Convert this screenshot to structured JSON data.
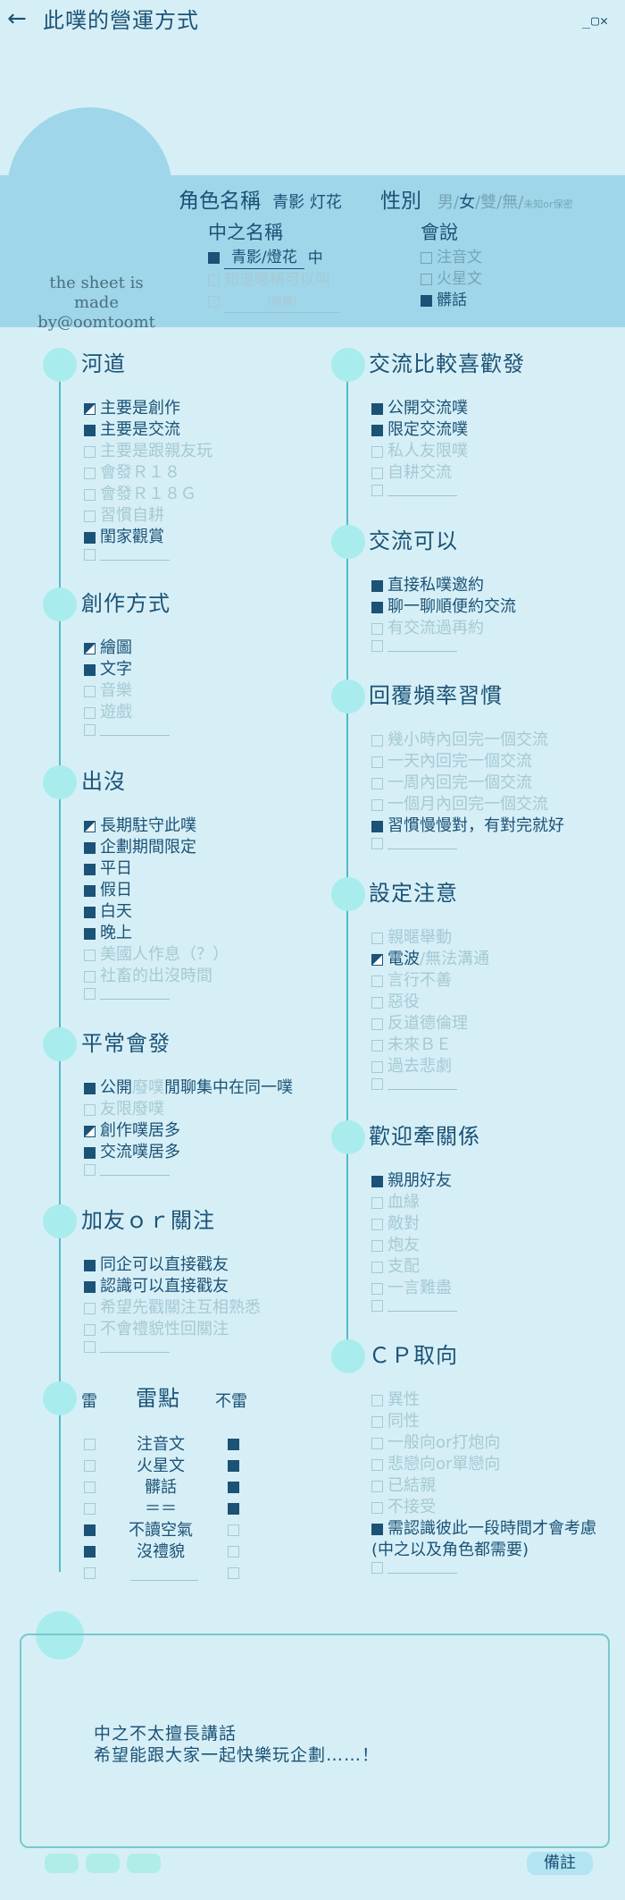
{
  "header": {
    "back_icon": "arrow-left-icon",
    "title": "此噗的營運方式",
    "window_controls": "_▢✕"
  },
  "profile": {
    "signature": [
      "the sheet is",
      "made by@oomtoomt"
    ],
    "role_label": "角色名稱",
    "role_name": "青影 灯花",
    "gender_label": "性別",
    "gender_options": [
      "男",
      "/",
      "女",
      "/",
      "雙",
      "/",
      "無",
      "/",
      "未知or保密"
    ],
    "player_label": "中之名稱",
    "player_options": [
      {
        "state": "filled",
        "pre": "",
        "text": "青影/燈花",
        "post": "中"
      },
      {
        "state": "empty",
        "pre": "",
        "text": "知道暱稱可以叫",
        "post": ""
      },
      {
        "state": "empty",
        "pre": "",
        "text": "（暱稱）",
        "post": ""
      }
    ],
    "speak_label": "會說",
    "speak_options": [
      {
        "state": "empty",
        "text": "注音文"
      },
      {
        "state": "empty",
        "text": "火星文"
      },
      {
        "state": "filled",
        "text": "髒話"
      }
    ]
  },
  "left_sections": [
    {
      "title": "河道",
      "items": [
        {
          "s": "half",
          "t": "主要是創作"
        },
        {
          "s": "filled",
          "t": "主要是交流"
        },
        {
          "s": "empty",
          "t": "主要是跟親友玩"
        },
        {
          "s": "empty",
          "t": "會發Ｒ１８"
        },
        {
          "s": "empty",
          "t": "會發Ｒ１８Ｇ"
        },
        {
          "s": "empty",
          "t": "習慣自耕"
        },
        {
          "s": "filled",
          "t": "閨家觀賞"
        },
        {
          "s": "blank",
          "t": ""
        }
      ]
    },
    {
      "title": "創作方式",
      "items": [
        {
          "s": "half",
          "t": "繪圖"
        },
        {
          "s": "filled",
          "t": "文字"
        },
        {
          "s": "empty",
          "t": "音樂"
        },
        {
          "s": "empty",
          "t": "遊戲"
        },
        {
          "s": "blank",
          "t": ""
        }
      ]
    },
    {
      "title": "出沒",
      "items": [
        {
          "s": "half",
          "t": "長期駐守此噗"
        },
        {
          "s": "filled",
          "t": "企劃期間限定"
        },
        {
          "s": "filled",
          "t": "平日"
        },
        {
          "s": "filled",
          "t": "假日"
        },
        {
          "s": "filled",
          "t": "白天"
        },
        {
          "s": "filled",
          "t": "晚上"
        },
        {
          "s": "empty",
          "t": "美國人作息（？）"
        },
        {
          "s": "empty",
          "t": "社畜的出沒時間"
        },
        {
          "s": "blank",
          "t": ""
        }
      ]
    },
    {
      "title": "平常會發",
      "items": [
        {
          "s": "filled",
          "t": "公開",
          "t2": "廢噗",
          "t3": "閒聊集中在同一噗"
        },
        {
          "s": "empty",
          "t": "友限廢噗"
        },
        {
          "s": "half",
          "t": "創作噗居多"
        },
        {
          "s": "filled",
          "t": "交流噗居多"
        },
        {
          "s": "blank",
          "t": ""
        }
      ]
    },
    {
      "title": "加友ｏｒ關注",
      "items": [
        {
          "s": "filled",
          "t": "同企可以直接戳友"
        },
        {
          "s": "filled",
          "t": "認識可以直接戳友"
        },
        {
          "s": "empty",
          "t": "希望先戳關注互相熟悉"
        },
        {
          "s": "empty",
          "t": "不會禮貌性回關注"
        },
        {
          "s": "blank",
          "t": ""
        }
      ]
    }
  ],
  "right_sections": [
    {
      "title": "交流比較喜歡發",
      "items": [
        {
          "s": "filled",
          "t": "公開交流噗"
        },
        {
          "s": "filled",
          "t": "限定交流噗"
        },
        {
          "s": "empty",
          "t": "私人友限噗"
        },
        {
          "s": "empty",
          "t": "自耕交流"
        },
        {
          "s": "blank",
          "t": ""
        }
      ]
    },
    {
      "title": "交流可以",
      "items": [
        {
          "s": "filled",
          "t": "直接私噗邀約"
        },
        {
          "s": "filled",
          "t": "聊一聊順便約交流"
        },
        {
          "s": "empty",
          "t": "有交流過再約"
        },
        {
          "s": "blank",
          "t": ""
        }
      ]
    },
    {
      "title": "回覆頻率習慣",
      "items": [
        {
          "s": "empty",
          "t": "幾小時內回完一個交流"
        },
        {
          "s": "empty",
          "t": "一天內回完一個交流"
        },
        {
          "s": "empty",
          "t": "一周內回完一個交流"
        },
        {
          "s": "empty",
          "t": "一個月內回完一個交流"
        },
        {
          "s": "filled",
          "t": "習慣慢慢對，有對完就好"
        },
        {
          "s": "blank",
          "t": ""
        }
      ]
    },
    {
      "title": "設定注意",
      "items": [
        {
          "s": "empty",
          "t": "親暱舉動"
        },
        {
          "s": "half",
          "t": "電波",
          "t2": "/無法溝通"
        },
        {
          "s": "empty",
          "t": "言行不善"
        },
        {
          "s": "empty",
          "t": "惡役"
        },
        {
          "s": "empty",
          "t": "反道德倫理"
        },
        {
          "s": "empty",
          "t": "未來ＢＥ"
        },
        {
          "s": "empty",
          "t": "過去悲劇"
        },
        {
          "s": "blank",
          "t": ""
        }
      ]
    },
    {
      "title": "歡迎牽關係",
      "items": [
        {
          "s": "filled",
          "t": "親朋好友"
        },
        {
          "s": "empty",
          "t": "血緣"
        },
        {
          "s": "empty",
          "t": "敵對"
        },
        {
          "s": "empty",
          "t": "炮友"
        },
        {
          "s": "empty",
          "t": "支配"
        },
        {
          "s": "empty",
          "t": "一言難盡"
        },
        {
          "s": "blank",
          "t": ""
        }
      ]
    },
    {
      "title": "ＣＰ取向",
      "items": [
        {
          "s": "empty",
          "t": "異性"
        },
        {
          "s": "empty",
          "t": "同性"
        },
        {
          "s": "empty",
          "t": "一般向or打炮向"
        },
        {
          "s": "empty",
          "t": "悲戀向or單戀向"
        },
        {
          "s": "empty",
          "t": "已結親"
        },
        {
          "s": "empty",
          "t": "不接受"
        },
        {
          "s": "filled",
          "t": "需認識彼此一段時間才會考慮"
        },
        {
          "s": "note",
          "t": "(中之以及角色都需要)"
        },
        {
          "s": "blank",
          "t": ""
        }
      ]
    }
  ],
  "nogo": {
    "label_left": "雷",
    "title": "雷點",
    "label_right": "不雷",
    "rows": [
      {
        "l": "empty",
        "t": "注音文",
        "r": "filled"
      },
      {
        "l": "empty",
        "t": "火星文",
        "r": "filled"
      },
      {
        "l": "empty",
        "t": "髒話",
        "r": "filled"
      },
      {
        "l": "empty",
        "t": "＝＝",
        "r": "filled"
      },
      {
        "l": "filled",
        "t": "不讀空氣",
        "r": "empty"
      },
      {
        "l": "filled",
        "t": "沒禮貌",
        "r": "empty"
      },
      {
        "l": "empty",
        "t": "",
        "r": "empty"
      }
    ]
  },
  "notes": {
    "lines": [
      "中之不太擅長講話",
      "希望能跟大家一起快樂玩企劃……！"
    ],
    "memo_label": "備註"
  }
}
